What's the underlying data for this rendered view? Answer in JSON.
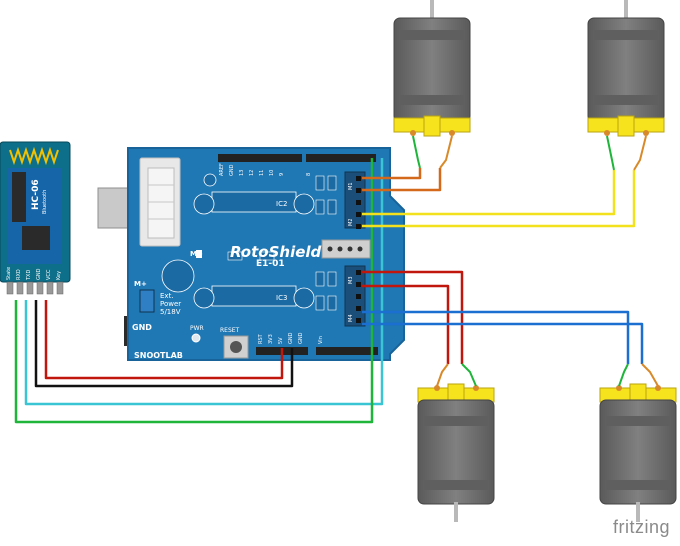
{
  "bluetooth": {
    "model": "HC-06",
    "sub": "Bluetooth",
    "pins": [
      "State",
      "RXD",
      "TXD",
      "GND",
      "VCC",
      "Key"
    ]
  },
  "shield": {
    "title": "RotoShield",
    "version": "E1-01",
    "brand": "SNOOTLAB",
    "ext_power": [
      "Ext.",
      "Power",
      "5/18V"
    ],
    "reset": "RESET",
    "pwr": "PWR",
    "gnd": "GND",
    "m_plus": "M+",
    "ic_labels": [
      "IC2",
      "IC3"
    ],
    "top_header_labels": [
      "AREF",
      "GND",
      "13",
      "12",
      "11",
      "10",
      "9",
      "8"
    ],
    "bottom_header_labels": [
      "RST",
      "3V3",
      "5V",
      "GND",
      "GND",
      "Vin"
    ],
    "motor_terminal_labels": [
      "M1",
      "M2",
      "M3",
      "M4"
    ]
  },
  "watermark": "fritzing",
  "colors": {
    "board": "#1f77b4",
    "board_edge": "#18639a",
    "motor_body": "#6d6d6d",
    "motor_cap": "#f7e21e",
    "wire_red": "#c0160c",
    "wire_black": "#111111",
    "wire_cyan": "#39c5d4",
    "wire_green": "#1fb53a",
    "wire_orange": "#d4691b",
    "wire_yellow": "#f4e11e",
    "wire_blue": "#1a6fd1"
  }
}
